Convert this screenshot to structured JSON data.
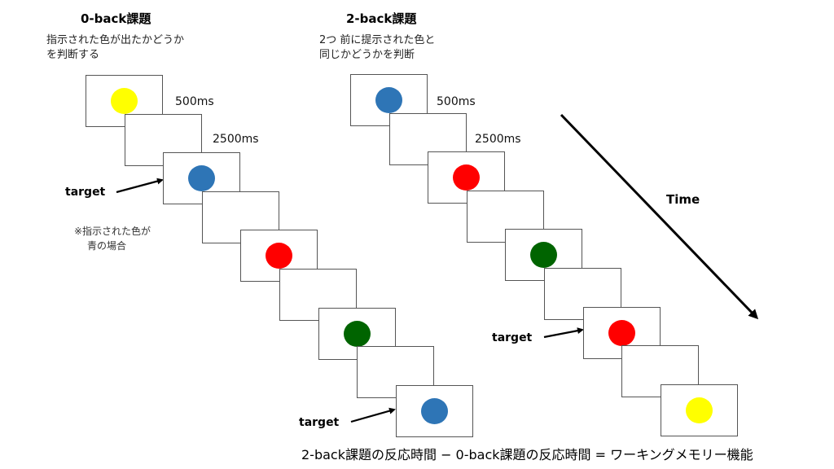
{
  "panels": [
    {
      "id": "zero-back",
      "title": "0-back課題",
      "description_lines": [
        "指示された色が出たかどうか",
        "を判断する"
      ],
      "stimulus_duration": "500ms",
      "interval_duration": "2500ms",
      "sequence": [
        "yellow",
        "blank",
        "blue",
        "blank",
        "red",
        "blank",
        "green",
        "blank",
        "blue"
      ],
      "targets": [
        {
          "label": "target",
          "card_index": 2
        },
        {
          "label": "target",
          "card_index": 8
        }
      ],
      "note_lines": [
        "※指示された色が",
        "青の場合"
      ]
    },
    {
      "id": "two-back",
      "title": "2-back課題",
      "description_lines": [
        "2つ 前に提示された色と",
        "同じかどうかを判断"
      ],
      "stimulus_duration": "500ms",
      "interval_duration": "2500ms",
      "sequence": [
        "blue",
        "blank",
        "red",
        "blank",
        "green",
        "blank",
        "red",
        "blank",
        "yellow"
      ],
      "targets": [
        {
          "label": "target",
          "card_index": 6
        }
      ]
    }
  ],
  "time_arrow_label": "Time",
  "formula": "2-back課題の反応時間 − 0-back課題の反応時間 = ワーキングメモリー機能",
  "colors": {
    "yellow": "#ffff00",
    "blue": "#2e75b6",
    "red": "#ff0000",
    "green": "#006400"
  }
}
